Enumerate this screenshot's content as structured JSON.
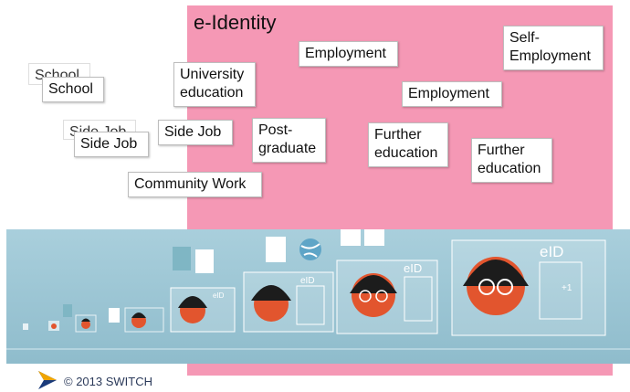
{
  "eid": {
    "title": "e-Identity",
    "color": "#f598b5"
  },
  "cards": {
    "school_ghost": "School",
    "school": "School",
    "side_job_ghost": "Side Job",
    "side_job_1": "Side Job",
    "side_job_2": "Side Job",
    "community_work": "Community Work",
    "university": "University\neducation",
    "postgraduate": "Post-\ngraduate",
    "employment_1": "Employment",
    "employment_2": "Employment",
    "further_ed_1": "Further\neducation",
    "further_ed_2": "Further\neducation",
    "self_employment": "Self-\nEmployment"
  },
  "timeline": {
    "badge_label": "eID",
    "colors": {
      "background": "#9ac4d2",
      "skin": "#e2552e",
      "hair": "#1c1c1c"
    }
  },
  "footer": {
    "copyright": "© 2013 SWITCH",
    "logo_color": "#1a3a7a",
    "logo_accent": "#f0a500"
  }
}
